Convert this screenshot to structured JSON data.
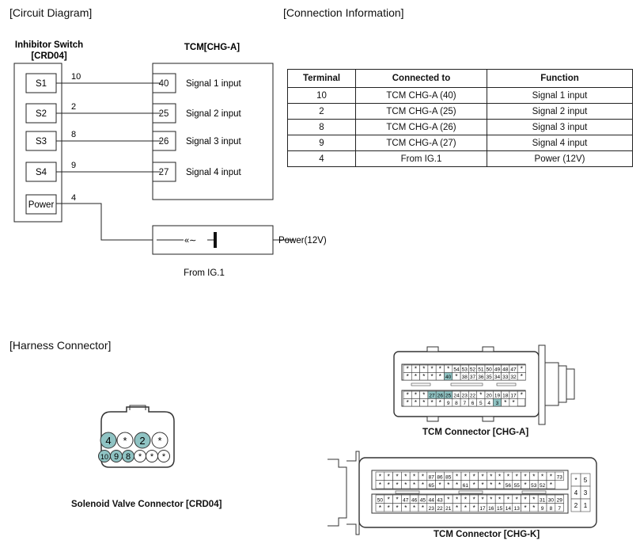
{
  "sections": {
    "circuit": "[Circuit Diagram]",
    "connection": "[Connection Information]",
    "harness": "[Harness Connector]"
  },
  "switch": {
    "title": "Inhibitor Switch",
    "code": "[CRD04]",
    "pins": [
      {
        "label": "S1",
        "wire": "10"
      },
      {
        "label": "S2",
        "wire": "2"
      },
      {
        "label": "S3",
        "wire": "8"
      },
      {
        "label": "S4",
        "wire": "9"
      },
      {
        "label": "Power",
        "wire": "4"
      }
    ]
  },
  "tcm": {
    "title": "TCM[CHG-A]",
    "pins": [
      {
        "num": "40",
        "label": "Signal 1 input"
      },
      {
        "num": "25",
        "label": "Signal 2 input"
      },
      {
        "num": "26",
        "label": "Signal 3 input"
      },
      {
        "num": "27",
        "label": "Signal 4 input"
      }
    ]
  },
  "power": {
    "label": "Power(12V)",
    "source": "From IG.1",
    "fuse_symbol": "«∼"
  },
  "table": {
    "headers": [
      "Terminal",
      "Connected to",
      "Function"
    ],
    "rows": [
      [
        "10",
        "TCM CHG-A (40)",
        "Signal 1 input"
      ],
      [
        "2",
        "TCM CHG-A (25)",
        "Signal 2 input"
      ],
      [
        "8",
        "TCM CHG-A (26)",
        "Signal 3 input"
      ],
      [
        "9",
        "TCM CHG-A (27)",
        "Signal 4 input"
      ],
      [
        "4",
        "From IG.1",
        "Power (12V)"
      ]
    ]
  },
  "connectors": {
    "solenoid": {
      "caption": "Solenoid Valve Connector [CRD04]",
      "top": [
        "4",
        "*",
        "2",
        "*"
      ],
      "bottom": [
        "10",
        "9",
        "8",
        "*",
        "*",
        "*"
      ]
    },
    "chg_a": {
      "caption": "TCM Connector [CHG-A]",
      "r1": [
        "*",
        "*",
        "*",
        "*",
        "*",
        "*",
        "54",
        "53",
        "52",
        "51",
        "50",
        "49",
        "48",
        "47",
        "*"
      ],
      "r2": [
        "*",
        "*",
        "*",
        "*",
        "*",
        "40",
        "*",
        "38",
        "37",
        "36",
        "35",
        "34",
        "33",
        "32",
        "*"
      ],
      "r3": [
        "*",
        "*",
        "*",
        "27",
        "26",
        "25",
        "24",
        "23",
        "22",
        "*",
        "20",
        "19",
        "18",
        "17",
        "*"
      ],
      "r4": [
        "*",
        "*",
        "*",
        "*",
        "*",
        "9",
        "8",
        "7",
        "6",
        "5",
        "4",
        "3",
        "*",
        "*"
      ]
    },
    "chg_k": {
      "caption": "TCM Connector [CHG-K]",
      "r1": [
        "*",
        "*",
        "*",
        "*",
        "*",
        "*",
        "87",
        "86",
        "85",
        "*",
        "*",
        "*",
        "*",
        "*",
        "*",
        "*",
        "*",
        "*",
        "*",
        "*",
        "*",
        "73"
      ],
      "r2": [
        "*",
        "*",
        "*",
        "*",
        "*",
        "*",
        "65",
        "*",
        "*",
        "*",
        "61",
        "*",
        "*",
        "*",
        "*",
        "56",
        "55",
        "*",
        "53",
        "52",
        "*"
      ],
      "r3": [
        "50",
        "*",
        "*",
        "47",
        "46",
        "45",
        "44",
        "43",
        "*",
        "*",
        "*",
        "*",
        "*",
        "*",
        "*",
        "*",
        "*",
        "*",
        "*",
        "31",
        "30",
        "29"
      ],
      "r4": [
        "*",
        "*",
        "*",
        "*",
        "*",
        "*",
        "23",
        "22",
        "21",
        "*",
        "*",
        "*",
        "17",
        "16",
        "15",
        "14",
        "13",
        "*",
        "*",
        "9",
        "8",
        "7"
      ],
      "side": [
        "*",
        "5",
        "4",
        "3",
        "2",
        "1"
      ]
    }
  },
  "colors": {
    "highlight": "#8fc3c3",
    "line": "#222222"
  }
}
